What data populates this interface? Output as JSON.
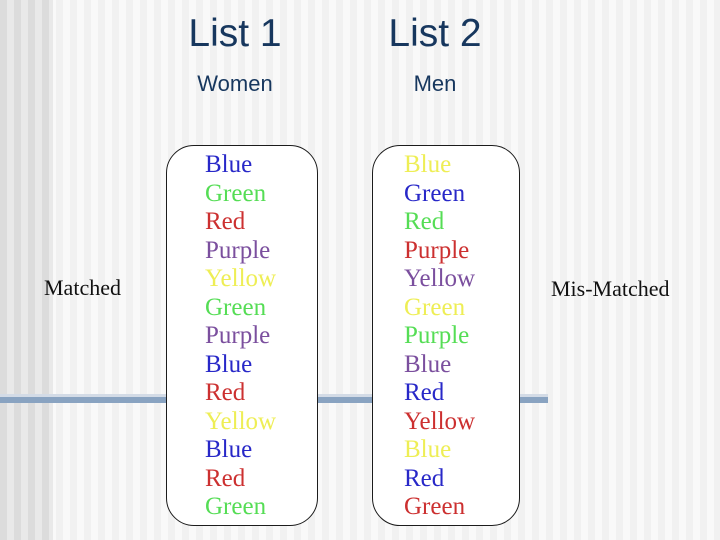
{
  "slide": {
    "title_color": "#17375E",
    "divider_color": "#89a3c1",
    "palette": {
      "blue": "#2828C8",
      "green": "#55DD55",
      "red": "#CC3030",
      "purple": "#7B4F9E",
      "yellow": "#EEEE55"
    },
    "columns": [
      {
        "title": "List 1",
        "subtitle": "Women",
        "side_label": "Matched",
        "items": [
          {
            "word": "Blue",
            "ink": "blue"
          },
          {
            "word": "Green",
            "ink": "green"
          },
          {
            "word": "Red",
            "ink": "red"
          },
          {
            "word": "Purple",
            "ink": "purple"
          },
          {
            "word": "Yellow",
            "ink": "yellow"
          },
          {
            "word": "Green",
            "ink": "green"
          },
          {
            "word": "Purple",
            "ink": "purple"
          },
          {
            "word": "Blue",
            "ink": "blue"
          },
          {
            "word": "Red",
            "ink": "red"
          },
          {
            "word": "Yellow",
            "ink": "yellow"
          },
          {
            "word": "Blue",
            "ink": "blue"
          },
          {
            "word": "Red",
            "ink": "red"
          },
          {
            "word": "Green",
            "ink": "green"
          }
        ]
      },
      {
        "title": "List 2",
        "subtitle": "Men",
        "side_label": "Mis-Matched",
        "items": [
          {
            "word": "Blue",
            "ink": "yellow"
          },
          {
            "word": "Green",
            "ink": "blue"
          },
          {
            "word": "Red",
            "ink": "green"
          },
          {
            "word": "Purple",
            "ink": "red"
          },
          {
            "word": "Yellow",
            "ink": "purple"
          },
          {
            "word": "Green",
            "ink": "yellow"
          },
          {
            "word": "Purple",
            "ink": "green"
          },
          {
            "word": "Blue",
            "ink": "purple"
          },
          {
            "word": "Red",
            "ink": "blue"
          },
          {
            "word": "Yellow",
            "ink": "red"
          },
          {
            "word": "Blue",
            "ink": "yellow"
          },
          {
            "word": "Red",
            "ink": "blue"
          },
          {
            "word": "Green",
            "ink": "red"
          }
        ]
      }
    ]
  }
}
